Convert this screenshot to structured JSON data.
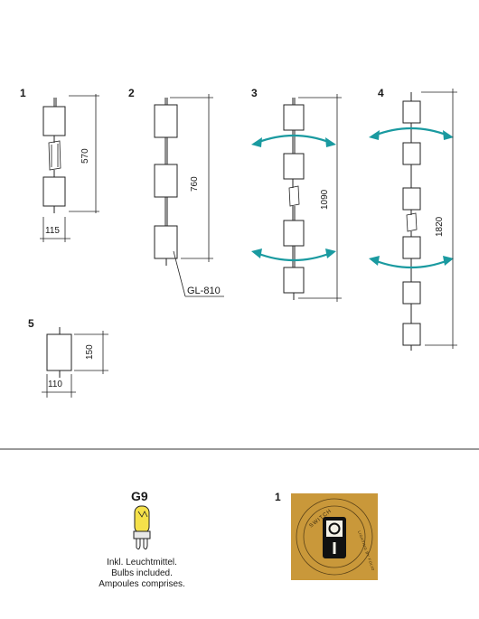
{
  "diagrams": [
    {
      "label": "1",
      "dimension": "570",
      "width": "115"
    },
    {
      "label": "2",
      "dimension": "760",
      "callout": "GL-810"
    },
    {
      "label": "3",
      "dimension": "1090"
    },
    {
      "label": "4",
      "dimension": "1820"
    },
    {
      "label": "5",
      "height": "150",
      "width": "110"
    }
  ],
  "bulb": {
    "type": "G9",
    "lines": [
      "Inkl. Leuchtmittel.",
      "Bulbs included.",
      "Ampoules comprises."
    ]
  },
  "switch": {
    "label": "1",
    "top_text": "SWITCH",
    "side_text": "LIGHTING BY FOLIO"
  },
  "colors": {
    "arrow": "#1a9aa0",
    "switch_bg": "#c9983a",
    "bulb": "#f5e14a"
  }
}
